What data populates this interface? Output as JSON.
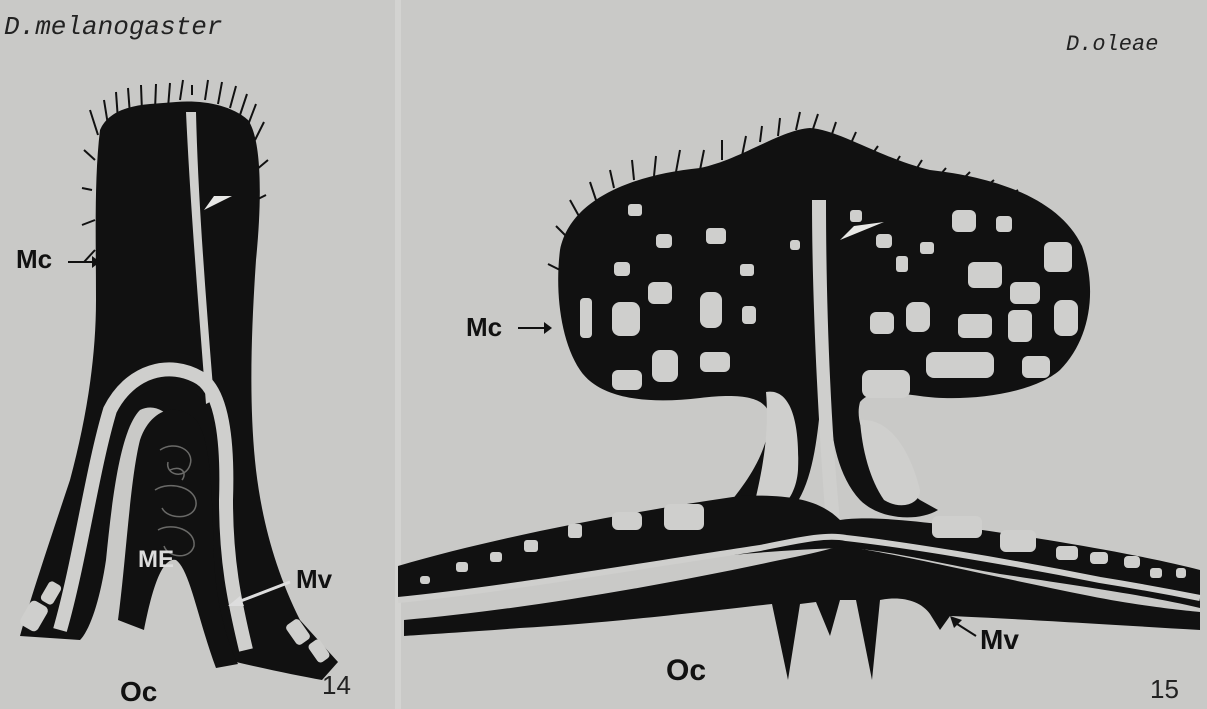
{
  "panel_14": {
    "species": "D.melanogaster",
    "labels": {
      "mc": "Mc",
      "me": "ME",
      "mv": "Mv",
      "oc": "Oc"
    },
    "figure_number": "14"
  },
  "panel_15": {
    "species": "D.oleae",
    "labels": {
      "mc": "Mc",
      "mv": "Mv",
      "oc": "Oc"
    },
    "figure_number": "15"
  },
  "colors": {
    "background": "#c9c9c7",
    "tissue": "#111111",
    "lumen": "#cfcfcd"
  }
}
